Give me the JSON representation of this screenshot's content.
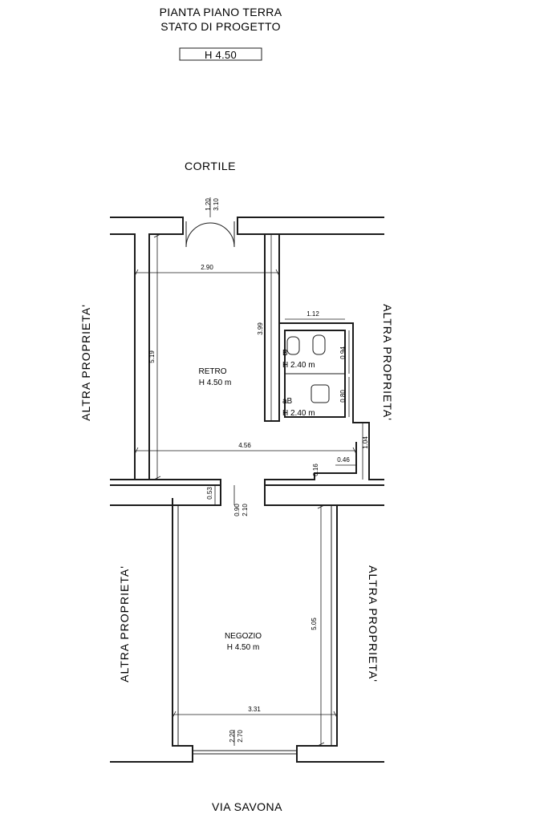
{
  "title": {
    "line1": "PIANTA PIANO TERRA",
    "line2": "STATO DI PROGETTO",
    "height_box": "H 4.50"
  },
  "streets": {
    "top": "CORTILE",
    "bottom": "VIA SAVONA"
  },
  "neighbors": {
    "left_upper": "ALTRA PROPRIETA'",
    "right_upper": "ALTRA PROPRIETA'",
    "left_lower": "ALTRA PROPRIETA'",
    "right_lower": "ALTRA PROPRIETA'"
  },
  "rooms": {
    "retro": {
      "name": "RETRO",
      "height": "H 4.50 m"
    },
    "negozio": {
      "name": "NEGOZIO",
      "height": "H 4.50 m"
    },
    "bath1": {
      "name": "B",
      "height": "H 2.40 m"
    },
    "bath2": {
      "name": "aB",
      "height": "H 2.40 m"
    }
  },
  "dimensions": {
    "top_door_a": "1.20",
    "top_door_b": "3.10",
    "retro_width": "2.90",
    "retro_depth_right": "3.99",
    "retro_depth_left": "5.19",
    "bath_width": "1.12",
    "bath1_depth": "0.94",
    "bath2_depth": "0.80",
    "niche_depth": "1.04",
    "full_width": "4.56",
    "niche_width": "0.46",
    "step": "0.16",
    "pier": "0.53",
    "inner_door_a": "0.90",
    "inner_door_b": "2.10",
    "negozio_depth": "5.05",
    "negozio_width": "3.31",
    "front_door_a": "2.20",
    "front_door_b": "2.70"
  }
}
